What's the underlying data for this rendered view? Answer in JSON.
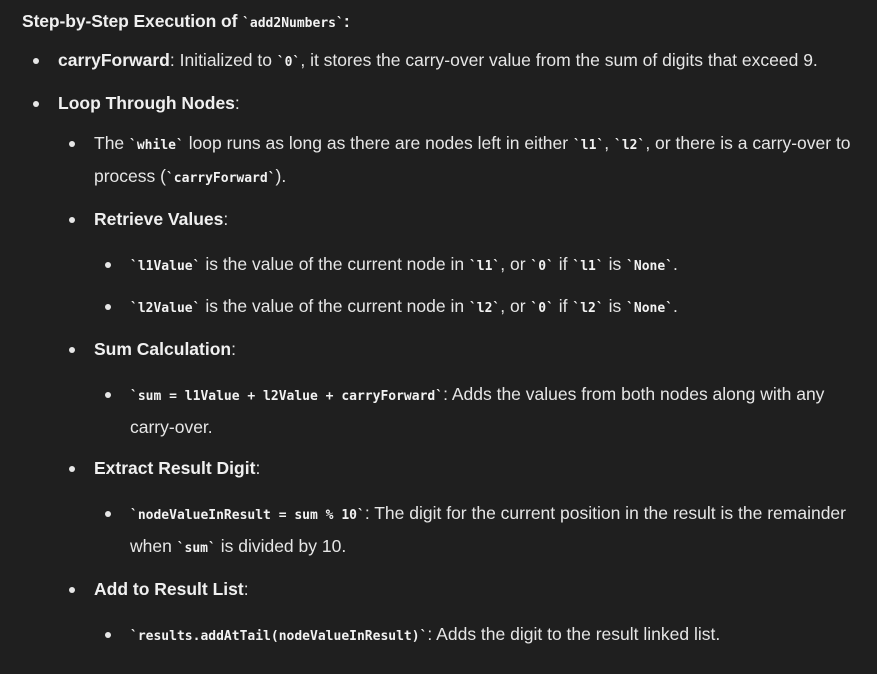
{
  "heading": {
    "prefix": "Step-by-Step Execution of ",
    "code": "`add2Numbers`",
    "suffix": ":"
  },
  "items": [
    {
      "term": "carryForward",
      "text_a": ": Initialized to ",
      "code_a": "`0`",
      "text_b": ", it stores the carry-over value from the sum of digits that exceed 9."
    },
    {
      "term": "Loop Through Nodes",
      "colon": ":",
      "sub": [
        {
          "text_a": "The ",
          "code_a": "`while`",
          "text_b": " loop runs as long as there are nodes left in either ",
          "code_b": "`l1`",
          "text_c": ", ",
          "code_c": "`l2`",
          "text_d": ", or there is a carry-over to process (",
          "code_d": "`carryForward`",
          "text_e": ")."
        },
        {
          "term": "Retrieve Values",
          "colon": ":",
          "sub": [
            {
              "code_a": "`l1Value`",
              "text_a": " is the value of the current node in ",
              "code_b": "`l1`",
              "text_b": ", or ",
              "code_c": "`0`",
              "text_c": " if ",
              "code_d": "`l1`",
              "text_d": " is ",
              "code_e": "`None`",
              "text_e": "."
            },
            {
              "code_a": "`l2Value`",
              "text_a": " is the value of the current node in ",
              "code_b": "`l2`",
              "text_b": ", or ",
              "code_c": "`0`",
              "text_c": " if ",
              "code_d": "`l2`",
              "text_d": " is ",
              "code_e": "`None`",
              "text_e": "."
            }
          ]
        },
        {
          "term": "Sum Calculation",
          "colon": ":",
          "sub": [
            {
              "code_a": "`sum = l1Value + l2Value + carryForward`",
              "text_a": ": Adds the values from both nodes along with any carry-over."
            }
          ]
        },
        {
          "term": "Extract Result Digit",
          "colon": ":",
          "sub": [
            {
              "code_a": "`nodeValueInResult = sum % 10`",
              "text_a": ": The digit for the current position in the result is the remainder when ",
              "code_b": "`sum`",
              "text_b": " is divided by 10."
            }
          ]
        },
        {
          "term": "Add to Result List",
          "colon": ":",
          "sub": [
            {
              "code_a": "`results.addAtTail(nodeValueInResult)`",
              "text_a": ": Adds the digit to the result linked list."
            }
          ]
        }
      ]
    }
  ]
}
